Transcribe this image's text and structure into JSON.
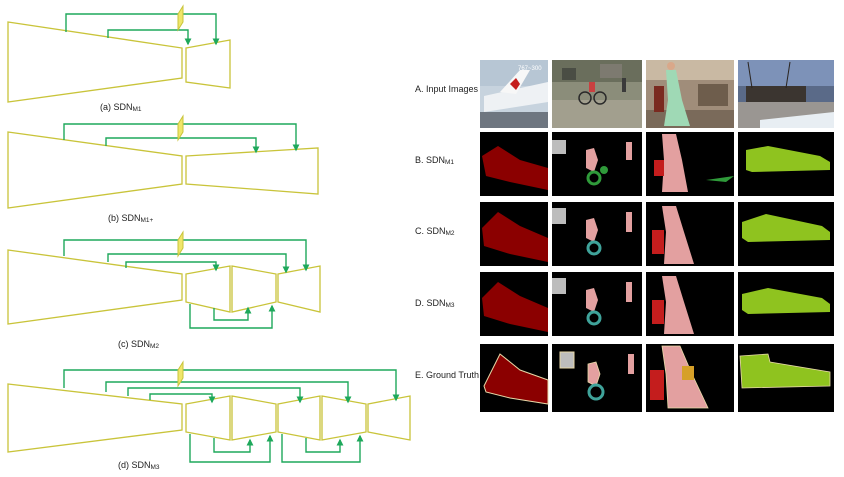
{
  "colors": {
    "block_outline": "#c9c43a",
    "connection": "#1ea85b",
    "aeroplane": "#8b0000",
    "person": "#e3a0a0",
    "bicycle_sdn": "#2f9a3a",
    "bicycle_gt": "#3fa39a",
    "chair": "#c41d1d",
    "bus": "#8fc31f",
    "unlabeled": "#bdbdbd"
  },
  "diagrams": [
    {
      "caption_prefix": "(a) SDN",
      "caption_sub": "M1"
    },
    {
      "caption_prefix": "(b) SDN",
      "caption_sub": "M1+"
    },
    {
      "caption_prefix": "(c) SDN",
      "caption_sub": "M2"
    },
    {
      "caption_prefix": "(d) SDN",
      "caption_sub": "M3"
    }
  ],
  "rows": [
    {
      "prefix": "A. Input Images",
      "sub": ""
    },
    {
      "prefix": "B. SDN",
      "sub": "M1"
    },
    {
      "prefix": "C. SDN",
      "sub": "M2"
    },
    {
      "prefix": "D. SDN",
      "sub": "M3"
    },
    {
      "prefix": "E. Ground Truth",
      "sub": ""
    }
  ],
  "image_overlay_text": "767~300",
  "columns": [
    {
      "subject": "aeroplane"
    },
    {
      "subject": "person-on-bicycle"
    },
    {
      "subject": "person-on-chair"
    },
    {
      "subject": "bus"
    }
  ]
}
